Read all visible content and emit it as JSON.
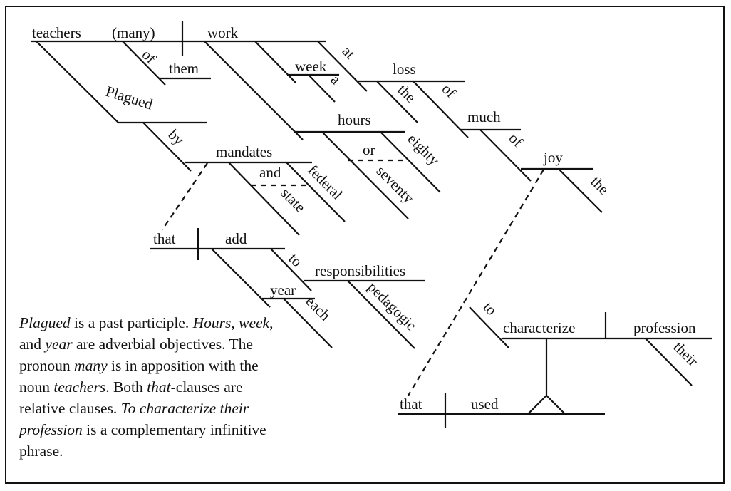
{
  "diagram": {
    "title": "Reed-Kellogg sentence diagram",
    "words": {
      "teachers": "teachers",
      "many": "(many)",
      "work": "work",
      "of1": "of",
      "them": "them",
      "plagued": "Plagued",
      "by": "by",
      "mandates": "mandates",
      "and": "and",
      "federal": "federal",
      "state": "state",
      "week": "week",
      "a": "a",
      "at": "at",
      "loss": "loss",
      "the1": "the",
      "of2": "of",
      "much": "much",
      "of3": "of",
      "joy": "joy",
      "the2": "the",
      "hours": "hours",
      "or": "or",
      "eighty": "eighty",
      "seventy": "seventy",
      "that1": "that",
      "add": "add",
      "to1": "to",
      "responsibilities": "responsibilities",
      "pedagogic": "pedagogic",
      "year": "year",
      "each": "each",
      "to2": "to",
      "characterize": "characterize",
      "profession": "profession",
      "their": "their",
      "that2": "that",
      "used": "used"
    }
  },
  "note": {
    "s1_i": "Plagued",
    "s1": " is a past participle. ",
    "s2_i": "Hours, week",
    "s2": ", and ",
    "s3_i": "year",
    "s3": " are adverbial objec­tives. The pronoun ",
    "s4_i": "many",
    "s4": " is in apposi­tion with the noun ",
    "s5_i": "teachers",
    "s5": ". Both ",
    "s6_i": "that",
    "s6": "-clauses are relative clauses. ",
    "s7_i": "To charac­terize their profession",
    "s7": " is a complemen­tary infinitive phrase."
  }
}
